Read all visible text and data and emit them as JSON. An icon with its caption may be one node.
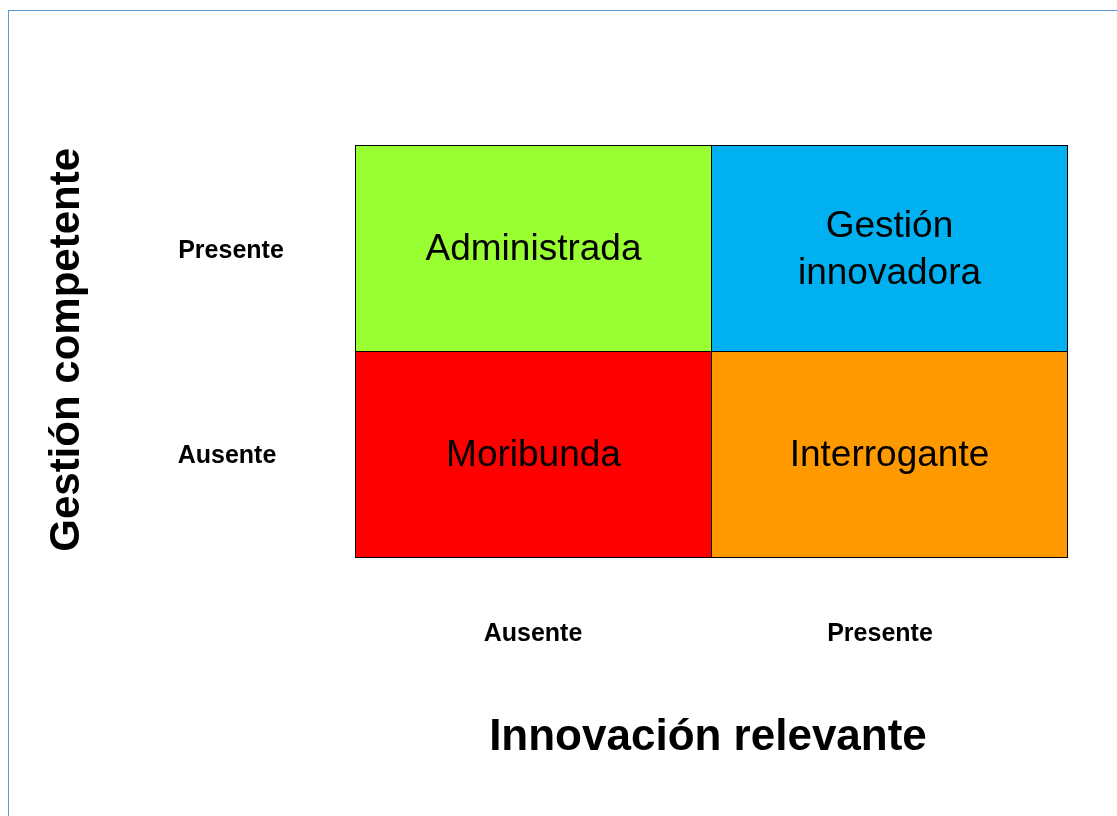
{
  "diagram": {
    "nodes": [
      {
        "text": [
          "Administrada"
        ]
      },
      {
        "text": [
          "Gestión innovadora"
        ]
      },
      {
        "text": [
          "Moribunda"
        ]
      },
      {
        "text": [
          "Interrogante"
        ]
      }
    ],
    "labels": [
      "Gestión competente",
      "Presente",
      "Ausente",
      "Ausente",
      "Presente",
      "Innovación relevante"
    ]
  }
}
